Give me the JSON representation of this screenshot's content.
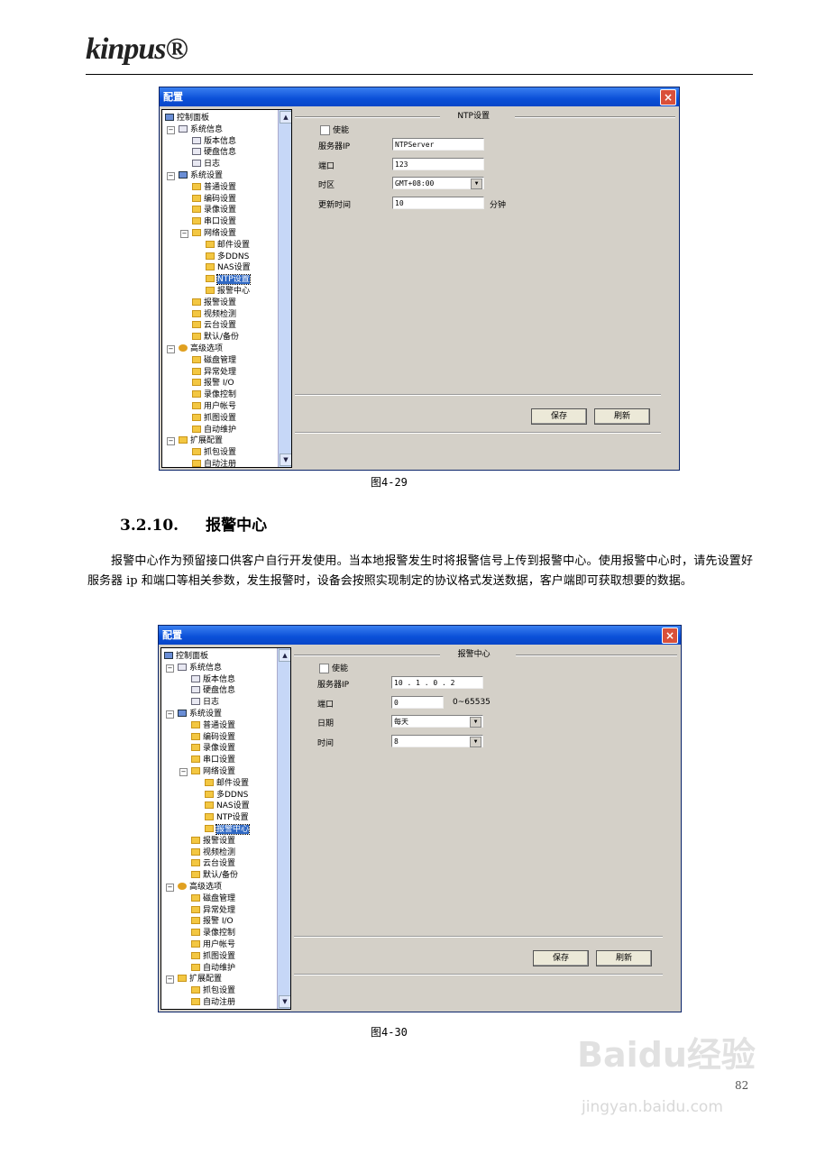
{
  "header": {
    "logo": "kinpus®"
  },
  "section": {
    "number": "3.2.10.",
    "title": "报警中心"
  },
  "paragraph": "报警中心作为预留接口供客户自行开发使用。当本地报警发生时将报警信号上传到报警中心。使用报警中心时，请先设置好服务器 ip 和端口等相关参数，发生报警时，设备会按照实现制定的协议格式发送数据，客户端即可获取想要的数据。",
  "page_number": "82",
  "watermark": {
    "text": "Baidu经验",
    "url_text": "jingyan.baidu.com"
  },
  "tree": [
    {
      "label": "控制面板",
      "level": 0,
      "icon": "computer-icon"
    },
    {
      "label": "系统信息",
      "level": 1,
      "icon": "note-icon",
      "expander": "−"
    },
    {
      "label": "版本信息",
      "level": 2,
      "icon": "note-icon"
    },
    {
      "label": "硬盘信息",
      "level": 2,
      "icon": "note-icon"
    },
    {
      "label": "日志",
      "level": 2,
      "icon": "note-icon"
    },
    {
      "label": "系统设置",
      "level": 1,
      "icon": "tools-icon",
      "expander": "−"
    },
    {
      "label": "普通设置",
      "level": 2,
      "icon": "folder-icon"
    },
    {
      "label": "编码设置",
      "level": 2,
      "icon": "folder-icon"
    },
    {
      "label": "录像设置",
      "level": 2,
      "icon": "folder-icon"
    },
    {
      "label": "串口设置",
      "level": 2,
      "icon": "folder-icon"
    },
    {
      "label": "网络设置",
      "level": 2,
      "icon": "folder-icon",
      "expander": "−"
    },
    {
      "label": "邮件设置",
      "level": 3,
      "icon": "folder-icon"
    },
    {
      "label": "多DDNS",
      "level": 3,
      "icon": "folder-icon"
    },
    {
      "label": "NAS设置",
      "level": 3,
      "icon": "folder-icon"
    },
    {
      "label": "NTP设置",
      "level": 3,
      "icon": "folder-icon"
    },
    {
      "label": "报警中心",
      "level": 3,
      "icon": "folder-icon"
    },
    {
      "label": "报警设置",
      "level": 2,
      "icon": "folder-icon"
    },
    {
      "label": "视频检测",
      "level": 2,
      "icon": "folder-icon"
    },
    {
      "label": "云台设置",
      "level": 2,
      "icon": "folder-icon"
    },
    {
      "label": "默认/备份",
      "level": 2,
      "icon": "folder-icon"
    },
    {
      "label": "高级选项",
      "level": 1,
      "icon": "gear-icon",
      "expander": "−"
    },
    {
      "label": "磁盘管理",
      "level": 2,
      "icon": "folder-icon"
    },
    {
      "label": "异常处理",
      "level": 2,
      "icon": "folder-icon"
    },
    {
      "label": "报警 I/O",
      "level": 2,
      "icon": "folder-icon"
    },
    {
      "label": "录像控制",
      "level": 2,
      "icon": "folder-icon"
    },
    {
      "label": "用户帐号",
      "level": 2,
      "icon": "folder-icon"
    },
    {
      "label": "抓图设置",
      "level": 2,
      "icon": "folder-icon"
    },
    {
      "label": "自动维护",
      "level": 2,
      "icon": "folder-icon"
    },
    {
      "label": "扩展配置",
      "level": 1,
      "icon": "folder-icon",
      "expander": "−"
    },
    {
      "label": "抓包设置",
      "level": 2,
      "icon": "folder-icon"
    },
    {
      "label": "自动注册",
      "level": 2,
      "icon": "folder-icon"
    }
  ],
  "windows": [
    {
      "title": "配置",
      "selected": "NTP设置",
      "group_title": "NTP设置",
      "enable_label": "使能",
      "fields": [
        {
          "label": "服务器IP",
          "value": "NTPServer",
          "type": "text"
        },
        {
          "label": "端口",
          "value": "123",
          "type": "text"
        },
        {
          "label": "时区",
          "value": "GMT+08:00",
          "type": "select"
        },
        {
          "label": "更新时间",
          "value": "10",
          "type": "text",
          "suffix": "分钟"
        }
      ],
      "save": "保存",
      "refresh": "刷新",
      "caption": "图4-29"
    },
    {
      "title": "配置",
      "selected": "报警中心",
      "group_title": "报警中心",
      "enable_label": "使能",
      "fields": [
        {
          "label": "服务器IP",
          "value": "10 . 1 . 0 . 2",
          "type": "ip"
        },
        {
          "label": "端口",
          "value": "0",
          "type": "short",
          "suffix": "0~65535"
        },
        {
          "label": "日期",
          "value": "每天",
          "type": "select"
        },
        {
          "label": "时间",
          "value": "8",
          "type": "select"
        }
      ],
      "save": "保存",
      "refresh": "刷新",
      "caption": "图4-30"
    }
  ]
}
